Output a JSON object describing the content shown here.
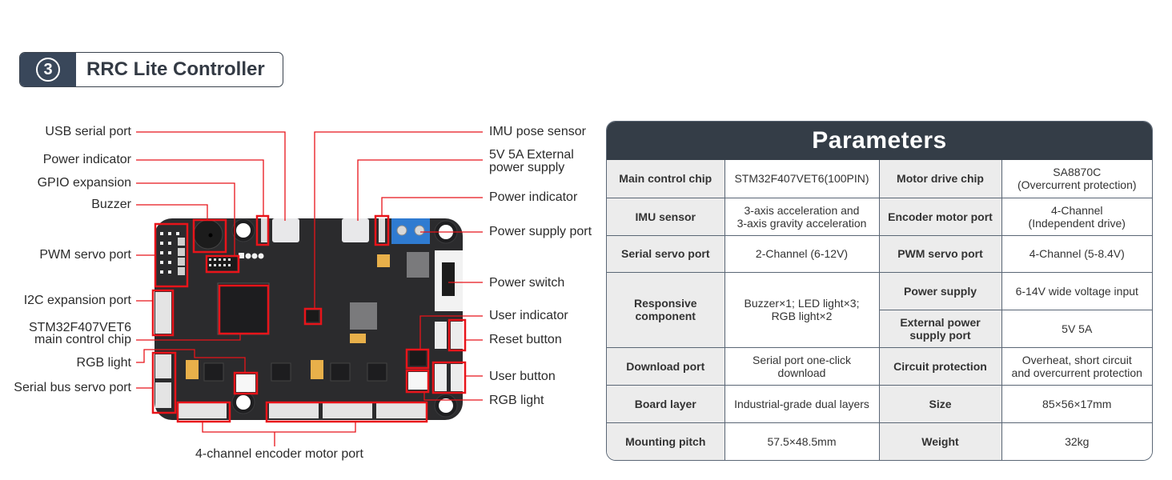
{
  "title": {
    "number": "3",
    "text": "RRC Lite Controller"
  },
  "colors": {
    "accent_red": "#e8141a",
    "header_bg": "#343d47",
    "badge_bg": "#39475a",
    "key_cell_bg": "#ececec",
    "board": "#2b2b2d"
  },
  "diagram": {
    "left_labels": [
      "USB serial port",
      "Power indicator",
      "GPIO expansion",
      "Buzzer",
      "PWM servo port",
      "I2C expansion port",
      "STM32F407VET6",
      "main control chip",
      "RGB light",
      "Serial bus servo port"
    ],
    "right_labels": [
      "IMU pose sensor",
      "5V 5A External",
      "power supply",
      "Power indicator",
      "Power supply port",
      "Power switch",
      "User indicator",
      "Reset button",
      "User button",
      "RGB light"
    ],
    "bottom_label": "4-channel encoder motor port"
  },
  "parameters": {
    "title": "Parameters",
    "rows": [
      {
        "k1": "Main control chip",
        "v1": "STM32F407VET6(100PIN)",
        "k2": "Motor drive chip",
        "v2": "SA8870C\n(Overcurrent protection)"
      },
      {
        "k1": "IMU sensor",
        "v1": "3-axis acceleration and\n3-axis gravity acceleration",
        "k2": "Encoder motor port",
        "v2": "4-Channel\n(Independent drive)"
      },
      {
        "k1": "Serial servo port",
        "v1": "2-Channel (6-12V)",
        "k2": "PWM servo port",
        "v2": "4-Channel (5-8.4V)"
      },
      {
        "k1": "Responsive\ncomponent",
        "v1": "Buzzer×1; LED light×3;\nRGB light×2",
        "k2": "Power supply",
        "v2": "6-14V wide voltage input"
      },
      {
        "k2": "External power\nsupply port",
        "v2": "5V 5A"
      },
      {
        "k1": "Download port",
        "v1": "Serial port one-click\ndownload",
        "k2": "Circuit protection",
        "v2": "Overheat, short circuit\nand overcurrent protection"
      },
      {
        "k1": "Board layer",
        "v1": "Industrial-grade dual layers",
        "k2": "Size",
        "v2": "85×56×17mm"
      },
      {
        "k1": "Mounting pitch",
        "v1": "57.5×48.5mm",
        "k2": "Weight",
        "v2": "32kg"
      }
    ]
  }
}
